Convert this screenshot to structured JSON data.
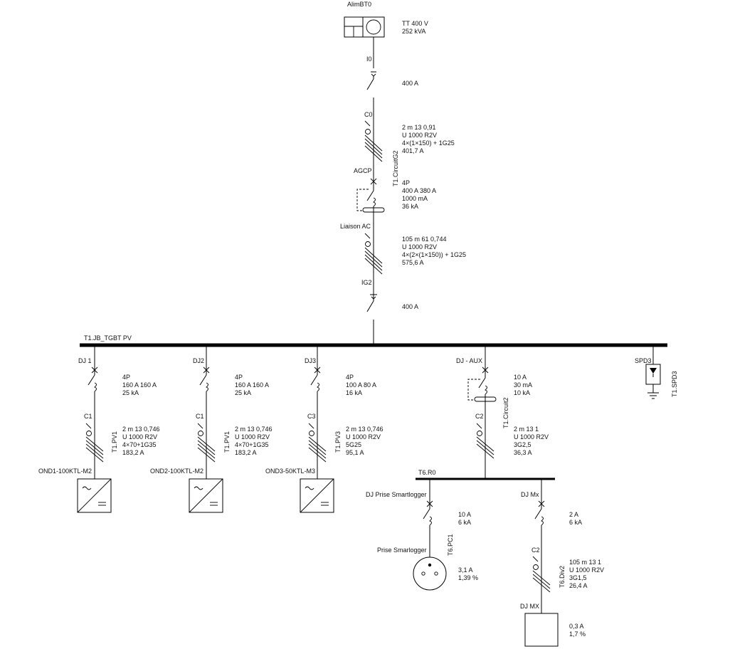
{
  "source": {
    "name": "AlimBT0",
    "lines": [
      "TT 400 V",
      "252 kVA"
    ]
  },
  "main_feeder": {
    "circuit_id": "T1.CircuitG2",
    "i0": {
      "name": "I0",
      "rating": "400 A"
    },
    "c0": {
      "name": "C0",
      "lines": [
        "2 m 13 0,91",
        "U 1000 R2V",
        "4×(1×150) + 1G25",
        "401,7 A"
      ]
    },
    "agcp": {
      "name": "AGCP",
      "lines": [
        "4P",
        "400 A 380 A",
        "1000 mA",
        "36 kA"
      ]
    },
    "liaison": {
      "name": "Liaison AC",
      "lines": [
        "105 m 61 0,744",
        "U 1000 R2V",
        "4×(2×(1×150)) + 1G25",
        "575,6 A"
      ]
    },
    "ig2": {
      "name": "IG2",
      "rating": "400 A"
    }
  },
  "busbar": {
    "name": "T1.JB_TGBT PV"
  },
  "pv_feeders": [
    {
      "breaker": "DJ 1",
      "breaker_lines": [
        "4P",
        "160 A 160 A",
        "25 kA"
      ],
      "cable": "C1",
      "circuit_id": "T1.PV1",
      "cable_lines": [
        "2 m 13 0,746",
        "U 1000 R2V",
        "4×70+1G35",
        "183,2 A"
      ],
      "inverter": "OND1-100KTL-M2"
    },
    {
      "breaker": "DJ2",
      "breaker_lines": [
        "4P",
        "160 A 160 A",
        "25 kA"
      ],
      "cable": "C1",
      "circuit_id": "T1.PV1",
      "cable_lines": [
        "2 m 13 0,746",
        "U 1000 R2V",
        "4×70+1G35",
        "183,2 A"
      ],
      "inverter": "OND2-100KTL-M2"
    },
    {
      "breaker": "DJ3",
      "breaker_lines": [
        "4P",
        "100 A 80 A",
        "16 kA"
      ],
      "cable": "C3",
      "circuit_id": "T1.PV3",
      "cable_lines": [
        "2 m 13 0,746",
        "U 1000 R2V",
        "5G25",
        "95,1 A"
      ],
      "inverter": "OND3-50KTL-M3"
    }
  ],
  "aux_feeder": {
    "breaker": "DJ - AUX",
    "breaker_lines": [
      "10 A",
      "30 mA",
      "10 kA"
    ],
    "cable": "C2",
    "circuit_id": "T1.Circuit2",
    "cable_lines": [
      "2 m 13 1",
      "U 1000 R2V",
      "3G2,5",
      "36,3 A"
    ],
    "subbus": "T6.R0"
  },
  "spd": {
    "name": "SPD3",
    "circuit_id": "T1.SPD3"
  },
  "smartlogger": {
    "breaker": "DJ Prise Smartlogger",
    "breaker_lines": [
      "10 A",
      "6 kA"
    ],
    "circuit_id": "T6.PC1",
    "load": "Prise Smarlogger",
    "load_lines": [
      "3,1 A",
      "1,39 %"
    ]
  },
  "mx": {
    "breaker": "DJ Mx",
    "breaker_lines": [
      "2 A",
      "6 kA"
    ],
    "cable": "C2",
    "circuit_id": "T6.Div2",
    "cable_lines": [
      "105 m 13 1",
      "U 1000 R2V",
      "3G1,5",
      "26,4 A"
    ],
    "load": "DJ MX",
    "load_lines": [
      "0,3 A",
      "1,7 %"
    ]
  }
}
